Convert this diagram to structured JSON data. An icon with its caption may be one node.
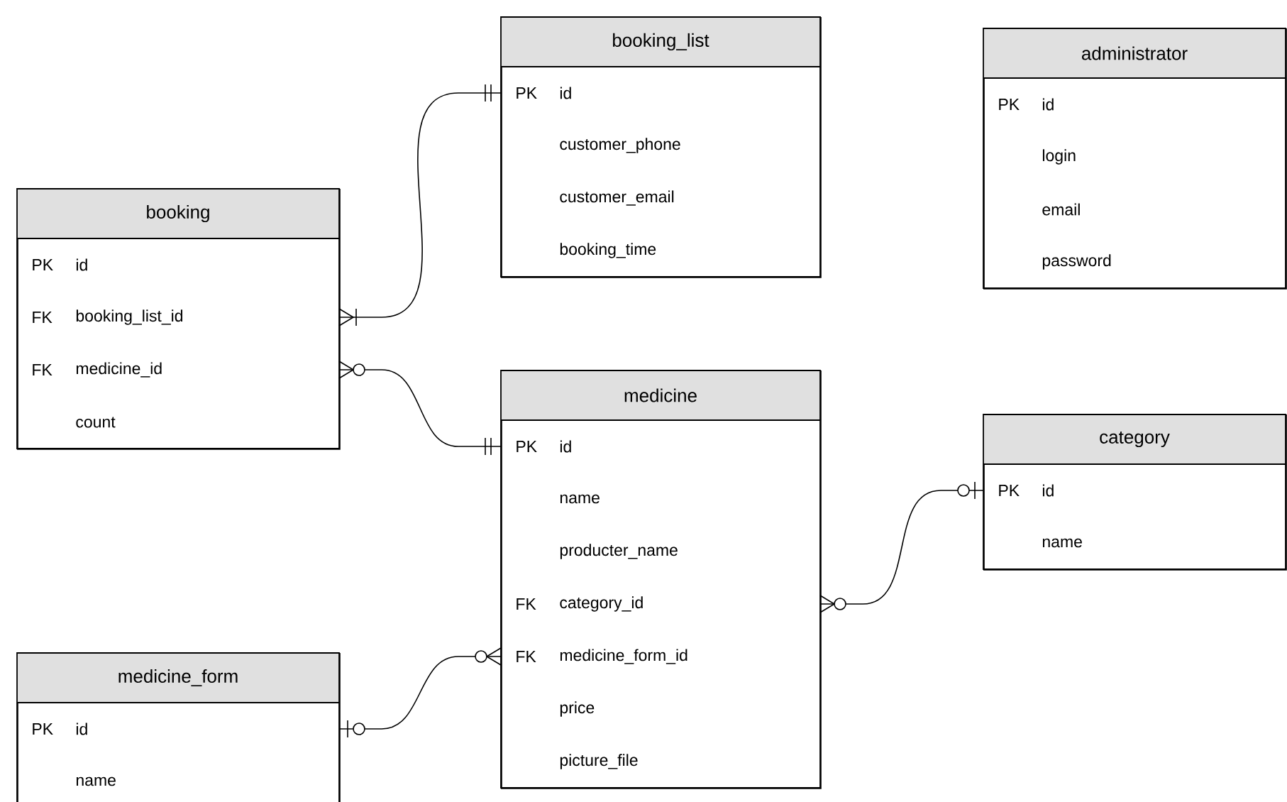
{
  "diagram": {
    "nodes": [
      {
        "text": [
          "booking_list"
        ]
      },
      {
        "text": [
          "PK",
          "id"
        ],
        "in": 0
      },
      {
        "text": [
          "customer_phone"
        ],
        "in": 0
      },
      {
        "text": [
          "customer_email"
        ],
        "in": 0
      },
      {
        "text": [
          "booking_time"
        ],
        "in": 0
      },
      {
        "text": [
          "administrator"
        ]
      },
      {
        "text": [
          "PK",
          "id"
        ],
        "in": 5
      },
      {
        "text": [
          "login"
        ],
        "in": 5
      },
      {
        "text": [
          "email"
        ],
        "in": 5
      },
      {
        "text": [
          "password"
        ],
        "in": 5
      },
      {
        "text": [
          "booking"
        ]
      },
      {
        "text": [
          "PK",
          "id"
        ],
        "in": 10
      },
      {
        "text": [
          "FK",
          "booking_list_id"
        ],
        "in": 10
      },
      {
        "text": [
          "FK",
          "medicine_id"
        ],
        "in": 10
      },
      {
        "text": [
          "count"
        ],
        "in": 10
      },
      {
        "text": [
          "medicine"
        ]
      },
      {
        "text": [
          "PK",
          "id"
        ],
        "in": 15
      },
      {
        "text": [
          "name"
        ],
        "in": 15
      },
      {
        "text": [
          "producter_name"
        ],
        "in": 15
      },
      {
        "text": [
          "FK",
          "category_id"
        ],
        "in": 15
      },
      {
        "text": [
          "FK",
          "medicine_form_id"
        ],
        "in": 15
      },
      {
        "text": [
          "price"
        ],
        "in": 15
      },
      {
        "text": [
          "picture_file"
        ],
        "in": 15
      },
      {
        "text": [
          "category"
        ]
      },
      {
        "text": [
          "PK",
          "id"
        ],
        "in": 23
      },
      {
        "text": [
          "name"
        ],
        "in": 23
      },
      {
        "text": [
          "medicine_form"
        ]
      },
      {
        "text": [
          "PK",
          "id"
        ],
        "in": 26
      },
      {
        "text": [
          "name"
        ],
        "in": 26
      }
    ],
    "edges": [
      {
        "from": 10,
        "to": 0,
        "arrow": "other"
      },
      {
        "from": 10,
        "to": 15,
        "arrow": "other"
      },
      {
        "from": 15,
        "to": 23,
        "arrow": "other"
      },
      {
        "from": 15,
        "to": 26,
        "arrow": "other"
      }
    ]
  }
}
